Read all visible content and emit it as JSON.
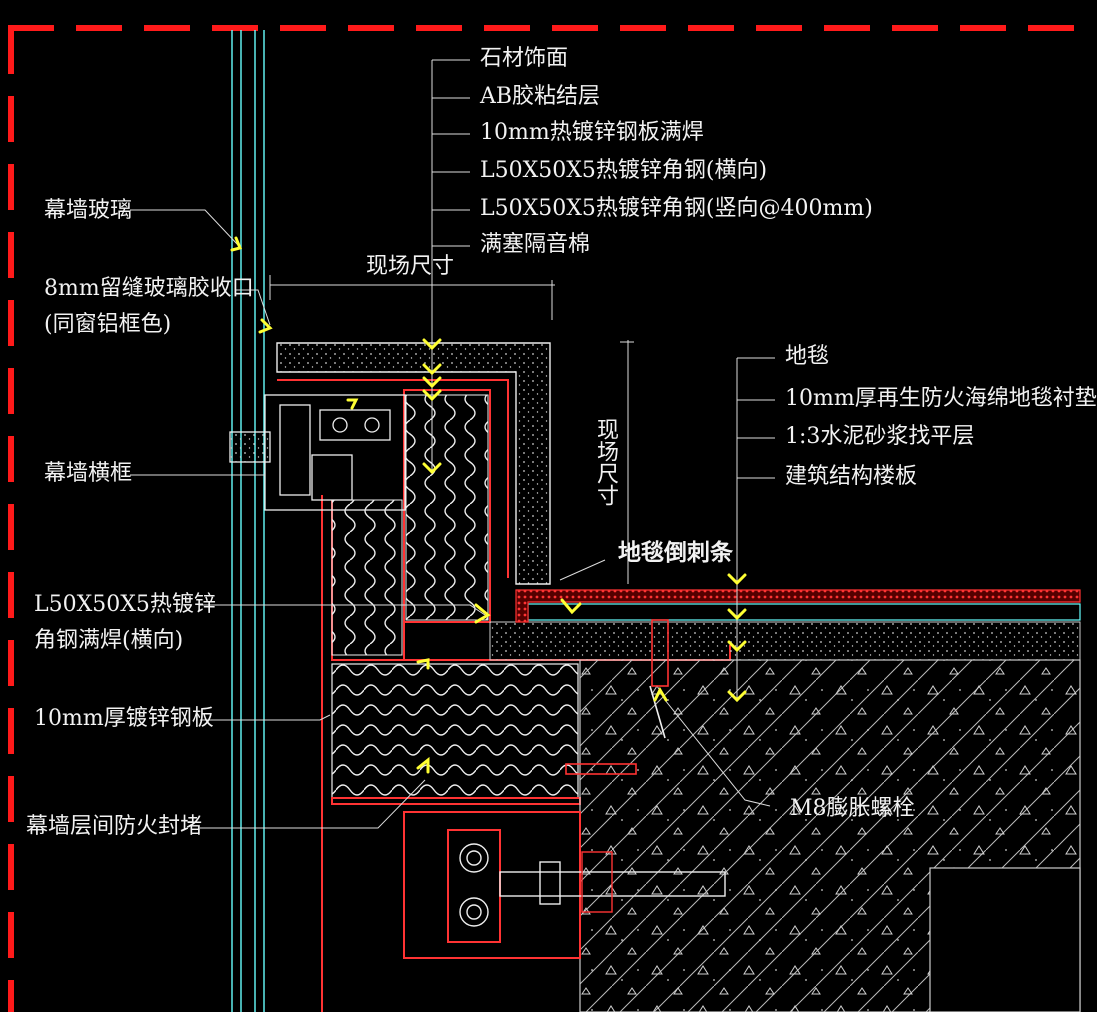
{
  "drawing": {
    "colors": {
      "background": "#000000",
      "frame": "#ff1a1a",
      "text": "#f2f2f2",
      "leader": "#dddddd",
      "arrow": "#ffff33",
      "glass": "#66ffff",
      "section": "#ff3333",
      "insulation": "#eeeeee",
      "concrete": "#cccccc"
    },
    "labels_top": [
      "石材饰面",
      "AB胶粘结层",
      "10mm热镀锌钢板满焊",
      "L50X50X5热镀锌角钢(横向)",
      "L50X50X5热镀锌角钢(竖向@400mm)",
      "满塞隔音棉"
    ],
    "labels_left": {
      "glass": "幕墙玻璃",
      "seal_line1": "8mm留缝玻璃胶收口",
      "seal_line2": "(同窗铝框色)",
      "transom": "幕墙横框",
      "angle_line1": "L50X50X5热镀锌",
      "angle_line2": "角钢满焊(横向)",
      "plate": "10mm厚镀锌钢板",
      "firestop": "幕墙层间防火封堵"
    },
    "labels_right": [
      "地毯",
      "10mm厚再生防火海绵地毯衬垫",
      "1:3水泥砂浆找平层",
      "建筑结构楼板"
    ],
    "dim_horizontal": "现场尺寸",
    "dim_vertical": "现场尺寸",
    "carpet_strip": "地毯倒刺条",
    "bolt": "M8膨胀螺栓"
  }
}
